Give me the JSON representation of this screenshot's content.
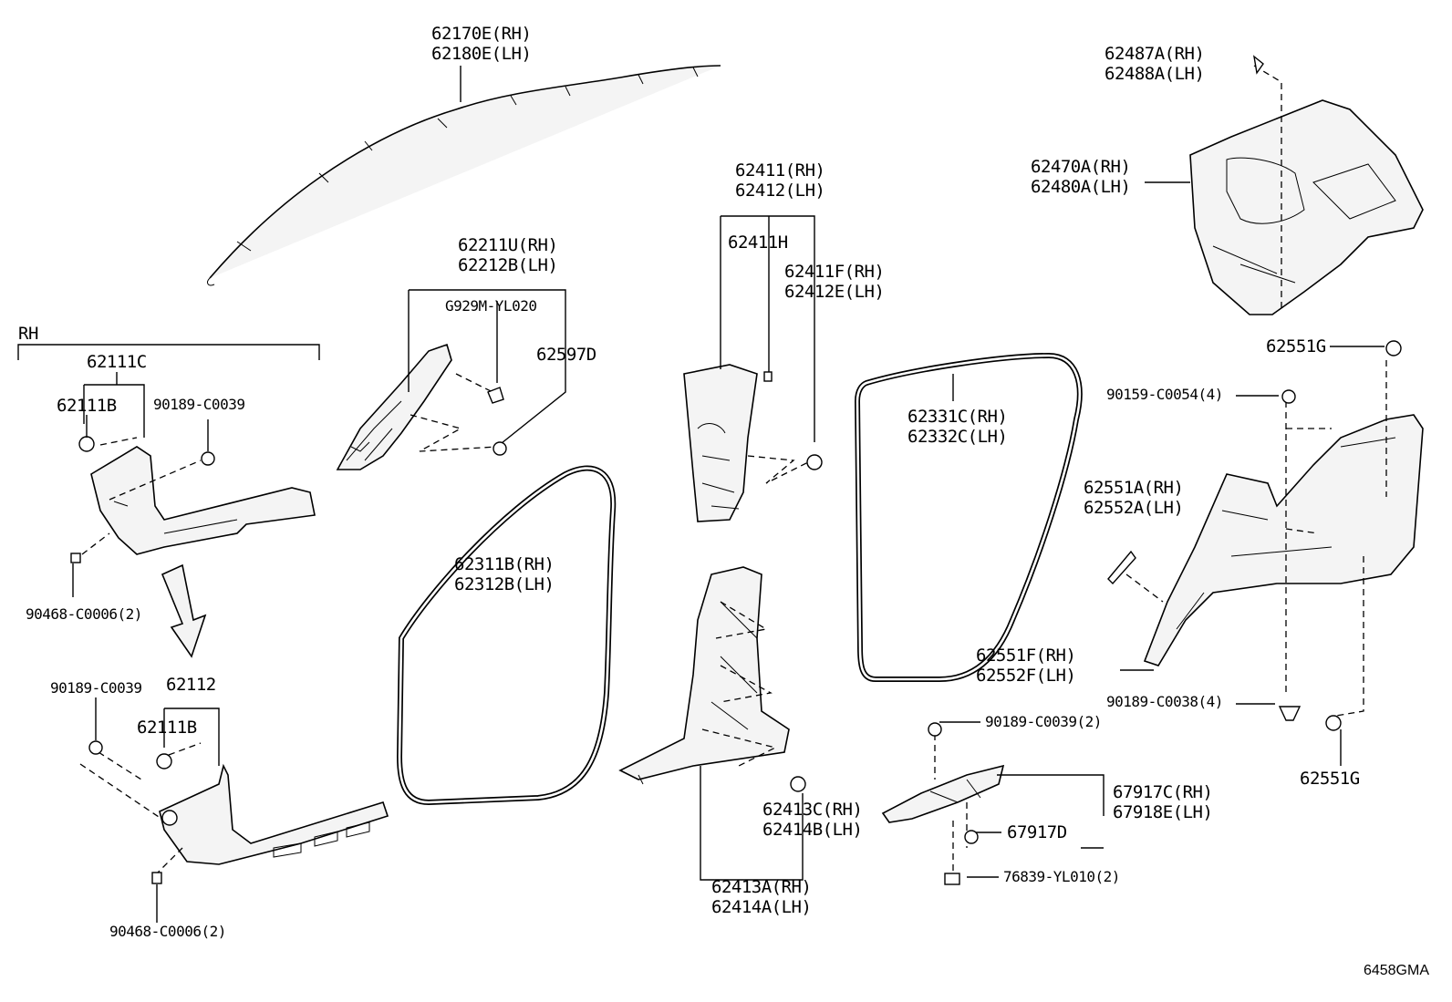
{
  "diagram": {
    "section_label": "RH",
    "drawing_code": "6458GMA",
    "labels": {
      "curtain_airbag": [
        "62170E(RH)",
        "62180E(LH)"
      ],
      "a_pillar": [
        "62211U(RH)",
        "62212B(LH)"
      ],
      "a_pillar_clip_g929m": "G929M-YL020",
      "a_pillar_clip": "62597D",
      "b_pillar_upper": [
        "62411(RH)",
        "62412(LH)"
      ],
      "b_pillar_sub": "62411H",
      "b_pillar_clip": [
        "62411F(RH)",
        "62412E(LH)"
      ],
      "scuff_plate_rh": "62111C",
      "scuff_clip_a": "62111B",
      "screw_clip_a": "90189-C0039",
      "retainer_a": "90468-C0006(2)",
      "scuff_plate_lh": "62112",
      "scuff_clip_b": "62111B",
      "screw_clip_b": "90189-C0039",
      "retainer_b": "90468-C0006(2)",
      "front_weatherstrip": [
        "62311B(RH)",
        "62312B(LH)"
      ],
      "rear_weatherstrip": [
        "62331C(RH)",
        "62332C(LH)"
      ],
      "b_pillar_lower_clip": [
        "62413C(RH)",
        "62414B(LH)"
      ],
      "b_pillar_lower": [
        "62413A(RH)",
        "62414A(LH)"
      ],
      "roof_side_cover": [
        "62487A(RH)",
        "62488A(LH)"
      ],
      "back_door_trim": [
        "62470A(RH)",
        "62480A(LH)"
      ],
      "clip_62551g_top": "62551G",
      "screw_90159": "90159-C0054(4)",
      "quarter_trim_seal": [
        "62551A(RH)",
        "62552A(LH)"
      ],
      "quarter_trim": [
        "62551F(RH)",
        "62552F(LH)"
      ],
      "clip_90189_c0038": "90189-C0038(4)",
      "clip_62551g_bottom": "62551G",
      "clip_90189_c0039_2": "90189-C0039(2)",
      "deck_bracket": [
        "67917C(RH)",
        "67918E(LH)"
      ],
      "deck_clip": "67917D",
      "fastener_76839": "76839-YL010(2)"
    }
  }
}
